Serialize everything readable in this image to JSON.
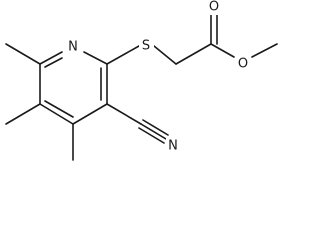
{
  "molecule": {
    "atom_labels": {
      "nitrogen_ring": "N",
      "sulfur": "S",
      "oxygen_carbonyl": "O",
      "oxygen_ester": "O",
      "nitrogen_nitrile": "N"
    }
  }
}
